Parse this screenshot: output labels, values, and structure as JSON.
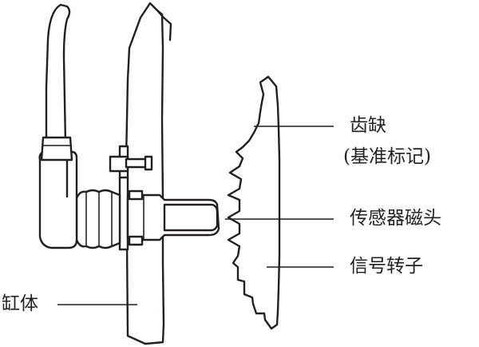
{
  "diagram": {
    "labels": {
      "tooth_gap": "齿缺",
      "reference_mark": "(基准标记)",
      "sensor_head": "传感器磁头",
      "signal_rotor": "信号转子",
      "cylinder_block": "缸体"
    },
    "colors": {
      "ink": "#231f20",
      "background": "#ffffff"
    }
  }
}
